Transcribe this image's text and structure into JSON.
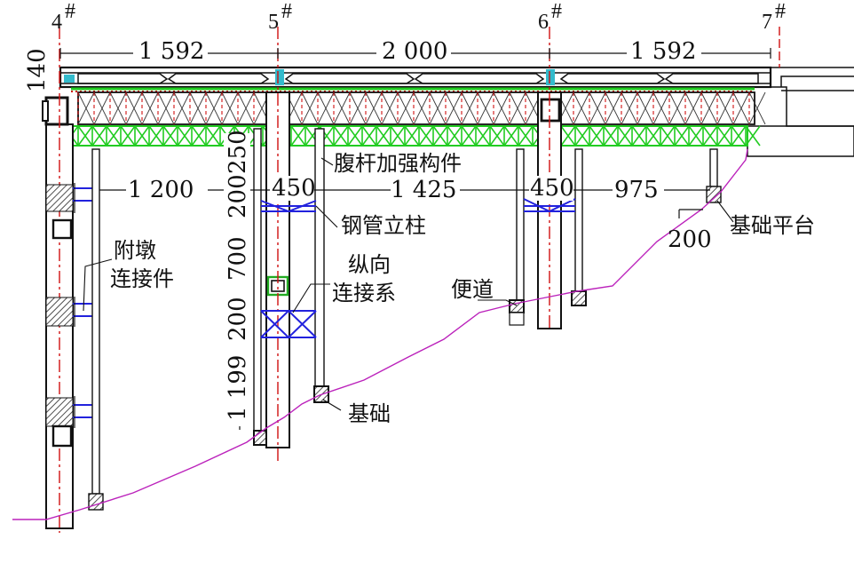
{
  "piers": {
    "p4": "4",
    "p5": "5",
    "p6": "6",
    "p7": "7",
    "mark": "#"
  },
  "dimensions": {
    "span_left": "1 592",
    "span_mid": "2 000",
    "span_right": "1 592",
    "beam_depth": "140",
    "d_1200": "1 200",
    "d_450_a": "450",
    "d_1425": "1 425",
    "d_450_b": "450",
    "d_975": "975",
    "d_200_base": "200",
    "v_250": "250",
    "v_200_a": "200",
    "v_700": "700",
    "v_200_b": "200",
    "v_1199": "1 199"
  },
  "labels": {
    "web_member": "腹杆加强构件",
    "steel_pipe": "钢管立柱",
    "pier_conn_1": "附墩",
    "pier_conn_2": "连接件",
    "long_conn_1": "纵向",
    "long_conn_2": "连接系",
    "access_road": "便道",
    "foundation_platform": "基础平台",
    "foundation": "基础"
  },
  "colors": {
    "line": "#111111",
    "centerline": "#d01010",
    "truss": "#22cc22",
    "bracing": "#2222dd",
    "ground": "#bb22bb",
    "accent": "#33bbcc"
  }
}
